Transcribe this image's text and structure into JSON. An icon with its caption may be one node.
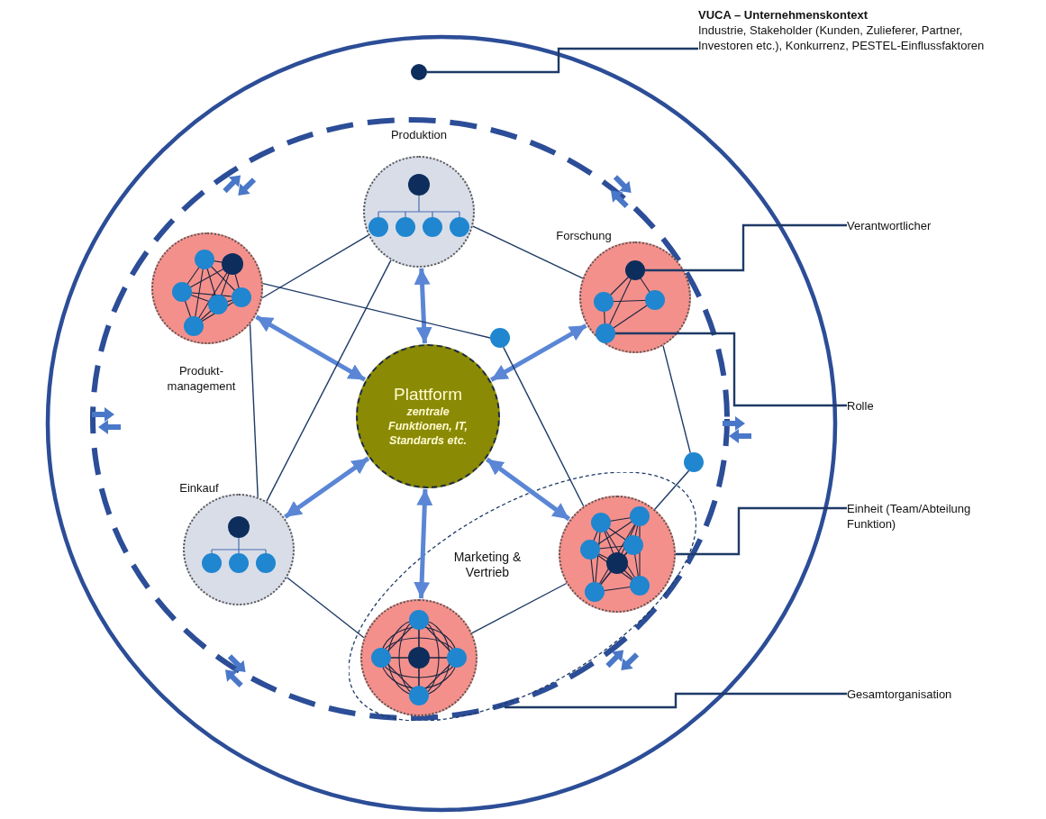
{
  "diagram": {
    "nodes": [
      {
        "text": [],
        "shape": "circle"
      },
      {
        "text": [],
        "shape": "circle",
        "in": 0
      },
      {
        "text": [],
        "shape": "circle",
        "in": 0
      },
      {
        "text": [
          "Produktion"
        ],
        "in": 2
      },
      {
        "text": [
          "Forschung"
        ],
        "in": 2
      },
      {
        "text": [],
        "shape": "circle",
        "in": 4
      },
      {
        "text": [],
        "shape": "circle",
        "in": 4
      },
      {
        "text": [
          "Produkt- management"
        ],
        "in": 2
      },
      {
        "text": [
          "Plattform",
          "zentrale Funktionen, IT, Standards etc."
        ],
        "in": 2
      },
      {
        "text": [],
        "shape": "circle",
        "in": 2
      },
      {
        "text": [],
        "shape": "circle",
        "in": 2
      },
      {
        "text": [
          "Einkauf"
        ],
        "in": 2
      },
      {
        "text": [
          "Marketing & Vertrieb"
        ],
        "in": 2
      },
      {
        "text": [],
        "shape": "circle",
        "in": 12
      },
      {
        "text": [],
        "shape": "circle",
        "in": 12
      },
      {
        "text": [
          "VUCA – Unternehmenskontext",
          "Industrie, Stakeholder (Kunden, Zulieferer, Partner, Investoren etc.), Konkurrenz, PESTEL-Einflussfaktoren"
        ]
      },
      {
        "text": [
          "Verantwortlicher"
        ]
      },
      {
        "text": [
          "Rolle"
        ]
      },
      {
        "text": [
          "Einheit (Team/Abteilung Funktion)"
        ]
      },
      {
        "text": [
          "Gesamtorganisation"
        ]
      }
    ],
    "edges": [
      {
        "from": 8,
        "to": 3,
        "arrow": "both",
        "style": "thick",
        "color": "#5b86d6"
      },
      {
        "from": 8,
        "to": 4,
        "arrow": "both",
        "style": "thick",
        "color": "#5b86d6"
      },
      {
        "from": 8,
        "to": 7,
        "arrow": "both",
        "style": "thick",
        "color": "#5b86d6"
      },
      {
        "from": 8,
        "to": 11,
        "arrow": "both",
        "style": "thick",
        "color": "#5b86d6"
      },
      {
        "from": 8,
        "to": 14,
        "arrow": "both",
        "style": "thick",
        "color": "#5b86d6"
      },
      {
        "from": 8,
        "to": 13,
        "arrow": "both",
        "style": "thick",
        "color": "#5b86d6"
      },
      {
        "from": 3,
        "to": 7,
        "arrow": "none"
      },
      {
        "from": 3,
        "to": 4,
        "arrow": "none"
      },
      {
        "from": 3,
        "to": 11,
        "arrow": "none"
      },
      {
        "from": 7,
        "to": 11,
        "arrow": "none"
      },
      {
        "from": 7,
        "to": 9,
        "arrow": "none"
      },
      {
        "from": 9,
        "to": 13,
        "arrow": "none"
      },
      {
        "from": 4,
        "to": 10,
        "arrow": "none"
      },
      {
        "from": 10,
        "to": 13,
        "arrow": "none"
      },
      {
        "from": 13,
        "to": 14,
        "arrow": "none"
      },
      {
        "from": 11,
        "to": 14,
        "arrow": "none"
      },
      {
        "from": 15,
        "to": 1,
        "arrow": "none"
      },
      {
        "from": 16,
        "to": 5,
        "arrow": "none"
      },
      {
        "from": 17,
        "to": 6,
        "arrow": "none"
      },
      {
        "from": 18,
        "to": 13,
        "arrow": "none"
      },
      {
        "from": 19,
        "to": 2,
        "arrow": "none"
      }
    ]
  }
}
